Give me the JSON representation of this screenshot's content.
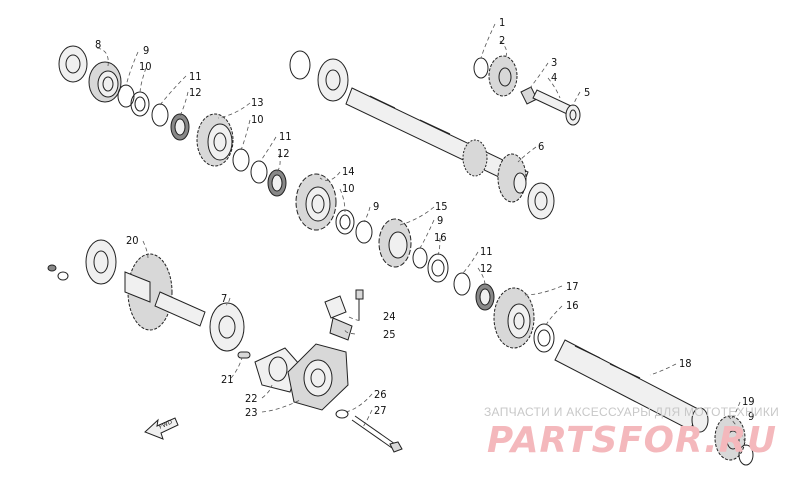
{
  "callouts": [
    "1",
    "2",
    "3",
    "4",
    "5",
    "6",
    "7",
    "8",
    "9",
    "10",
    "11",
    "12",
    "13",
    "14",
    "15",
    "16",
    "17",
    "18",
    "19",
    "20",
    "21",
    "22",
    "23",
    "24",
    "25",
    "26",
    "27"
  ],
  "fwd_label": "FWD",
  "watermark": {
    "top_text": "ЗАПЧАСТИ И АКСЕССУАРЫ ДЛЯ МОТОТЕХНИКИ",
    "brand_text": "PARTSFOR.RU",
    "brand_color": "#f4b8bc"
  }
}
